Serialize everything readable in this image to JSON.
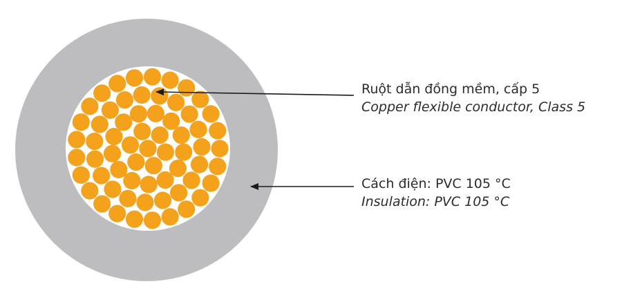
{
  "colors": {
    "background": "#ffffff",
    "insulation": "#bdbdbf",
    "gap": "#ffffff",
    "strand": "#f4a11c",
    "pointer": "#1a1a1a",
    "text": "#2b2b2b"
  },
  "callouts": {
    "conductor": {
      "vi": "Ruột dẫn đồng mềm, cấp 5",
      "en": "Copper flexible conductor, Class 5"
    },
    "insulation": {
      "vi": "Cách điện: PVC 105 °C",
      "en": "Insulation: PVC 105 °C"
    }
  }
}
